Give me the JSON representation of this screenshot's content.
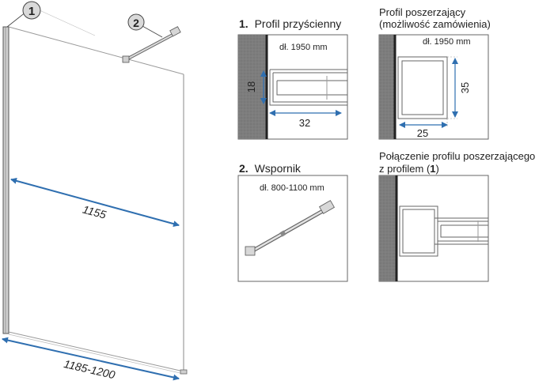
{
  "callouts": {
    "one": "1",
    "two": "2"
  },
  "dimensions": {
    "width_inner": "1155",
    "width_total": "1185-1200"
  },
  "panel1": {
    "title_num": "1.",
    "title_text": "Profil przyścienny",
    "length": "dł. 1950 mm",
    "dim_height": "18",
    "dim_width": "32"
  },
  "panel_ext": {
    "title_line1": "Profil poszerzający",
    "title_line2": "(możliwość zamówienia)",
    "length": "dł. 1950 mm",
    "dim_height": "35",
    "dim_width": "25"
  },
  "panel2": {
    "title_num": "2.",
    "title_text": "Wspornik",
    "length": "dł. 800-1100 mm"
  },
  "panel_join": {
    "title_line1": "Połączenie profilu poszerzającego",
    "title_line2_pre": "z profilem (",
    "title_line2_num": "1",
    "title_line2_post": ")"
  },
  "colors": {
    "dimension_blue": "#2f6fb0",
    "wall_gray": "#7b7b7b",
    "frame": "#555555"
  },
  "icons": [
    "wall-profile-icon",
    "support-bracket-icon"
  ]
}
